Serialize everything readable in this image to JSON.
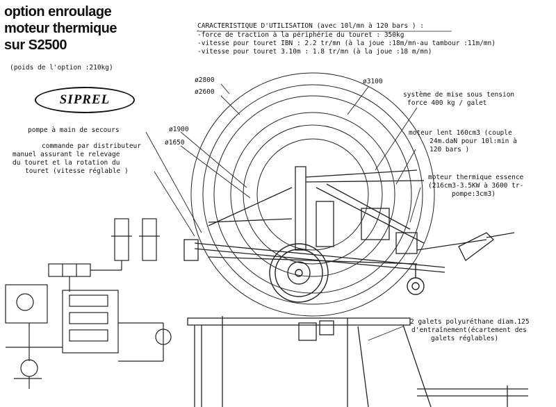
{
  "title": {
    "line1": "option enroulage",
    "line2": "moteur thermique",
    "line3": "sur S2500",
    "weight_note": "(poids de l'option :210kg)"
  },
  "logo": "SIPREL",
  "characteristics": {
    "heading": "CARACTERISTIQUE D'UTILISATION (avec 10l/mn à 120 bars ) :",
    "line1": "-force de traction à la périphérie du touret  : 350kg",
    "line2": "-vitesse pour touret IBN : 2.2 tr/mn (à la joue :18m/mn-au tambour :11m/mn)",
    "line3": "-vitesse pour touret 3.10m : 1.8 tr/mn (à la joue :18 m/mn)"
  },
  "dimensions": {
    "d2800": "ø2800",
    "d2600": "ø2600",
    "d1900": "ø1900",
    "d1650": "ø1650",
    "d3100": "ø3100"
  },
  "annotations": {
    "pompe": "pompe à main de secours",
    "commande1": "commande par distributeur",
    "commande2": "manuel assurant le relevage",
    "commande3": "du touret et la rotation du",
    "commande4": "touret (vitesse réglable )",
    "tension1": "système de mise sous tension",
    "tension2": "force 400 kg / galet",
    "moteur_lent1": "moteur lent 160cm3 (couple",
    "moteur_lent2": "24m.daN pour 10l:min à",
    "moteur_lent3": "120 bars )",
    "moteur_therm1": "moteur thermique essence",
    "moteur_therm2": "(216cm3-3.5KW à 3600 tr-",
    "moteur_therm3": "pompe:3cm3)",
    "galets1": "2 galets polyuréthane diam.125",
    "galets2": "d'entraînement(écartement des",
    "galets3": "galets réglables)"
  }
}
